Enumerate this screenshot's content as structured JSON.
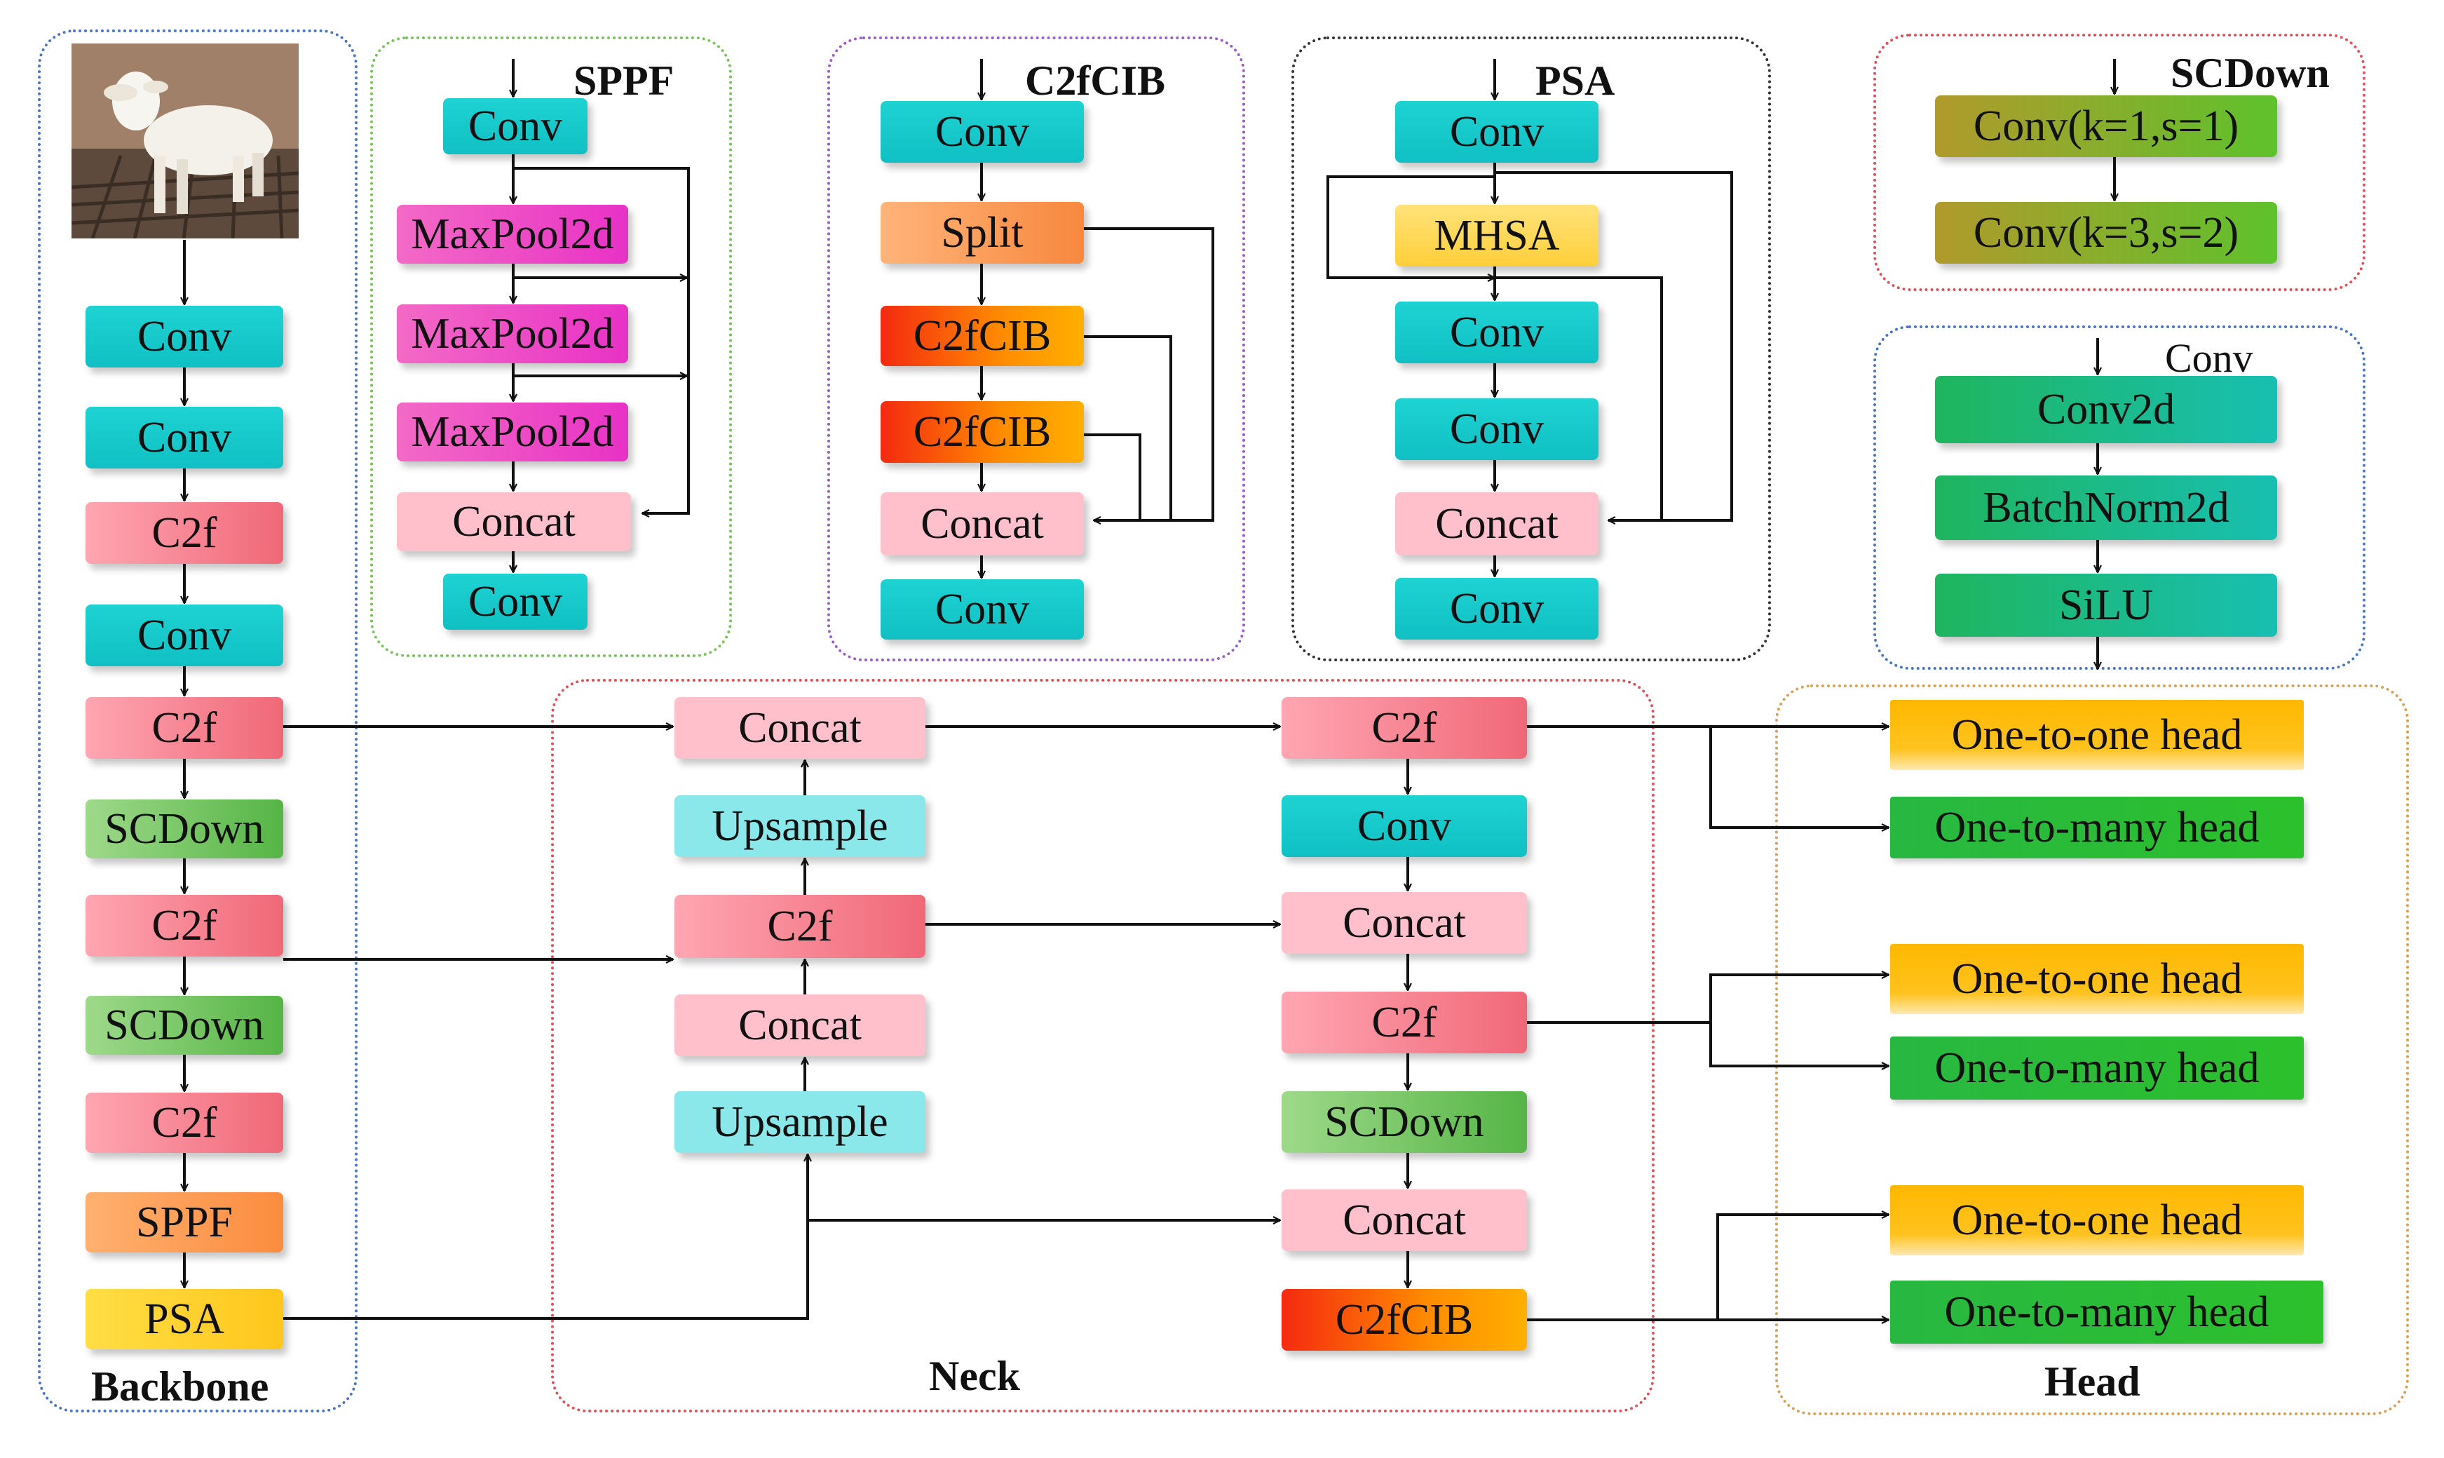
{
  "groups": {
    "backbone": "Backbone",
    "neck": "Neck",
    "head": "Head",
    "sppf": "SPPF",
    "c2fcib": "C2fCIB",
    "psa": "PSA",
    "scdown": "SCDown",
    "conv": "Conv"
  },
  "backbone": [
    "Conv",
    "Conv",
    "C2f",
    "Conv",
    "C2f",
    "SCDown",
    "C2f",
    "SCDown",
    "C2f",
    "SPPF",
    "PSA"
  ],
  "sppf": [
    "Conv",
    "MaxPool2d",
    "MaxPool2d",
    "MaxPool2d",
    "Concat",
    "Conv"
  ],
  "c2fcib": [
    "Conv",
    "Split",
    "C2fCIB",
    "C2fCIB",
    "Concat",
    "Conv"
  ],
  "psa": [
    "Conv",
    "MHSA",
    "Conv",
    "Conv",
    "Concat",
    "Conv"
  ],
  "scdown": [
    "Conv(k=1,s=1)",
    "Conv(k=3,s=2)"
  ],
  "conv": [
    "Conv2d",
    "BatchNorm2d",
    "SiLU"
  ],
  "neck_left": [
    "Concat",
    "Upsample",
    "C2f",
    "Concat",
    "Upsample"
  ],
  "neck_right": [
    "C2f",
    "Conv",
    "Concat",
    "C2f",
    "SCDown",
    "Concat",
    "C2fCIB"
  ],
  "head": [
    "One-to-one head",
    "One-to-many head",
    "One-to-one head",
    "One-to-many head",
    "One-to-one head",
    "One-to-many head"
  ],
  "colors": {
    "conv": "#10c0c4",
    "c2f": "#f06878",
    "scdown": "#56b546",
    "concat": "#ffc0cb",
    "upsample": "#8ae8ea",
    "maxpool": "#e832c6",
    "c2fcib": "#ff8c00",
    "psa": "#ffc61c",
    "head_one_to_one": "#ffb800",
    "head_one_to_many": "#2cc02c"
  },
  "image_subject": "goat-photo"
}
